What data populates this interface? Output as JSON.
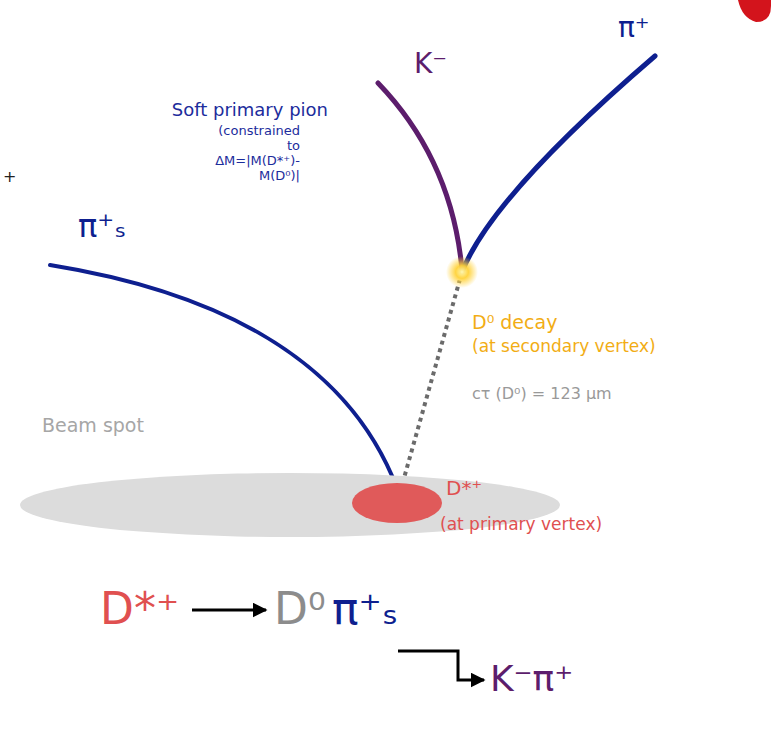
{
  "diagram": {
    "nodes": [
      {
        "text": [
          "Beam spot"
        ]
      },
      {
        "text": [
          "D*⁺",
          "(at primary vertex)"
        ],
        "in": 0
      },
      {
        "text": [
          "D⁰ decay",
          "(at secondary vertex)"
        ]
      }
    ],
    "edges": [
      {
        "from": 1,
        "to": 2,
        "arrow": "none"
      }
    ],
    "labels": [
      "π⁺",
      "K⁻",
      "Soft primary pion",
      "(constrained to ΔM=|M(D*⁺)-M(D⁰)|",
      "+",
      "π⁺ₛ",
      "cτ (D⁰) = 123 µm",
      "D*⁺",
      "D⁰",
      "π⁺ₛ",
      "K⁻π⁺"
    ]
  }
}
